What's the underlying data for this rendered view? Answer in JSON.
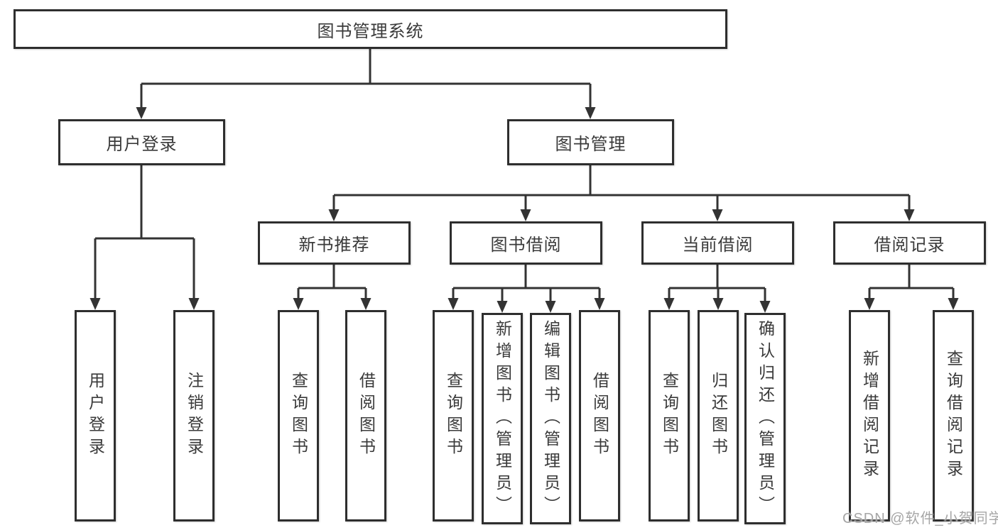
{
  "tree": {
    "root": {
      "label": "图书管理系统"
    },
    "children": [
      {
        "label": "用户登录",
        "children": [
          {
            "label": "用户登录"
          },
          {
            "label": "注销登录"
          }
        ]
      },
      {
        "label": "图书管理",
        "children": [
          {
            "label": "新书推荐",
            "children": [
              {
                "label": "查询图书"
              },
              {
                "label": "借阅图书"
              }
            ]
          },
          {
            "label": "图书借阅",
            "children": [
              {
                "label": "查询图书"
              },
              {
                "label": "新增图书（管理员）"
              },
              {
                "label": "编辑图书（管理员）"
              },
              {
                "label": "借阅图书"
              }
            ]
          },
          {
            "label": "当前借阅",
            "children": [
              {
                "label": "查询图书"
              },
              {
                "label": "归还图书"
              },
              {
                "label": "确认归还（管理员）"
              }
            ]
          },
          {
            "label": "借阅记录",
            "children": [
              {
                "label": "新增借阅记录"
              },
              {
                "label": "查询借阅记录"
              }
            ]
          }
        ]
      }
    ]
  },
  "watermark": {
    "text": "CSDN @软件_小贺同学"
  },
  "colors": {
    "line": "#333333",
    "box_border": "#2e2e2e",
    "text": "#3a3a3a",
    "watermark_text": "#a6a6a6",
    "background": "#ffffff"
  }
}
